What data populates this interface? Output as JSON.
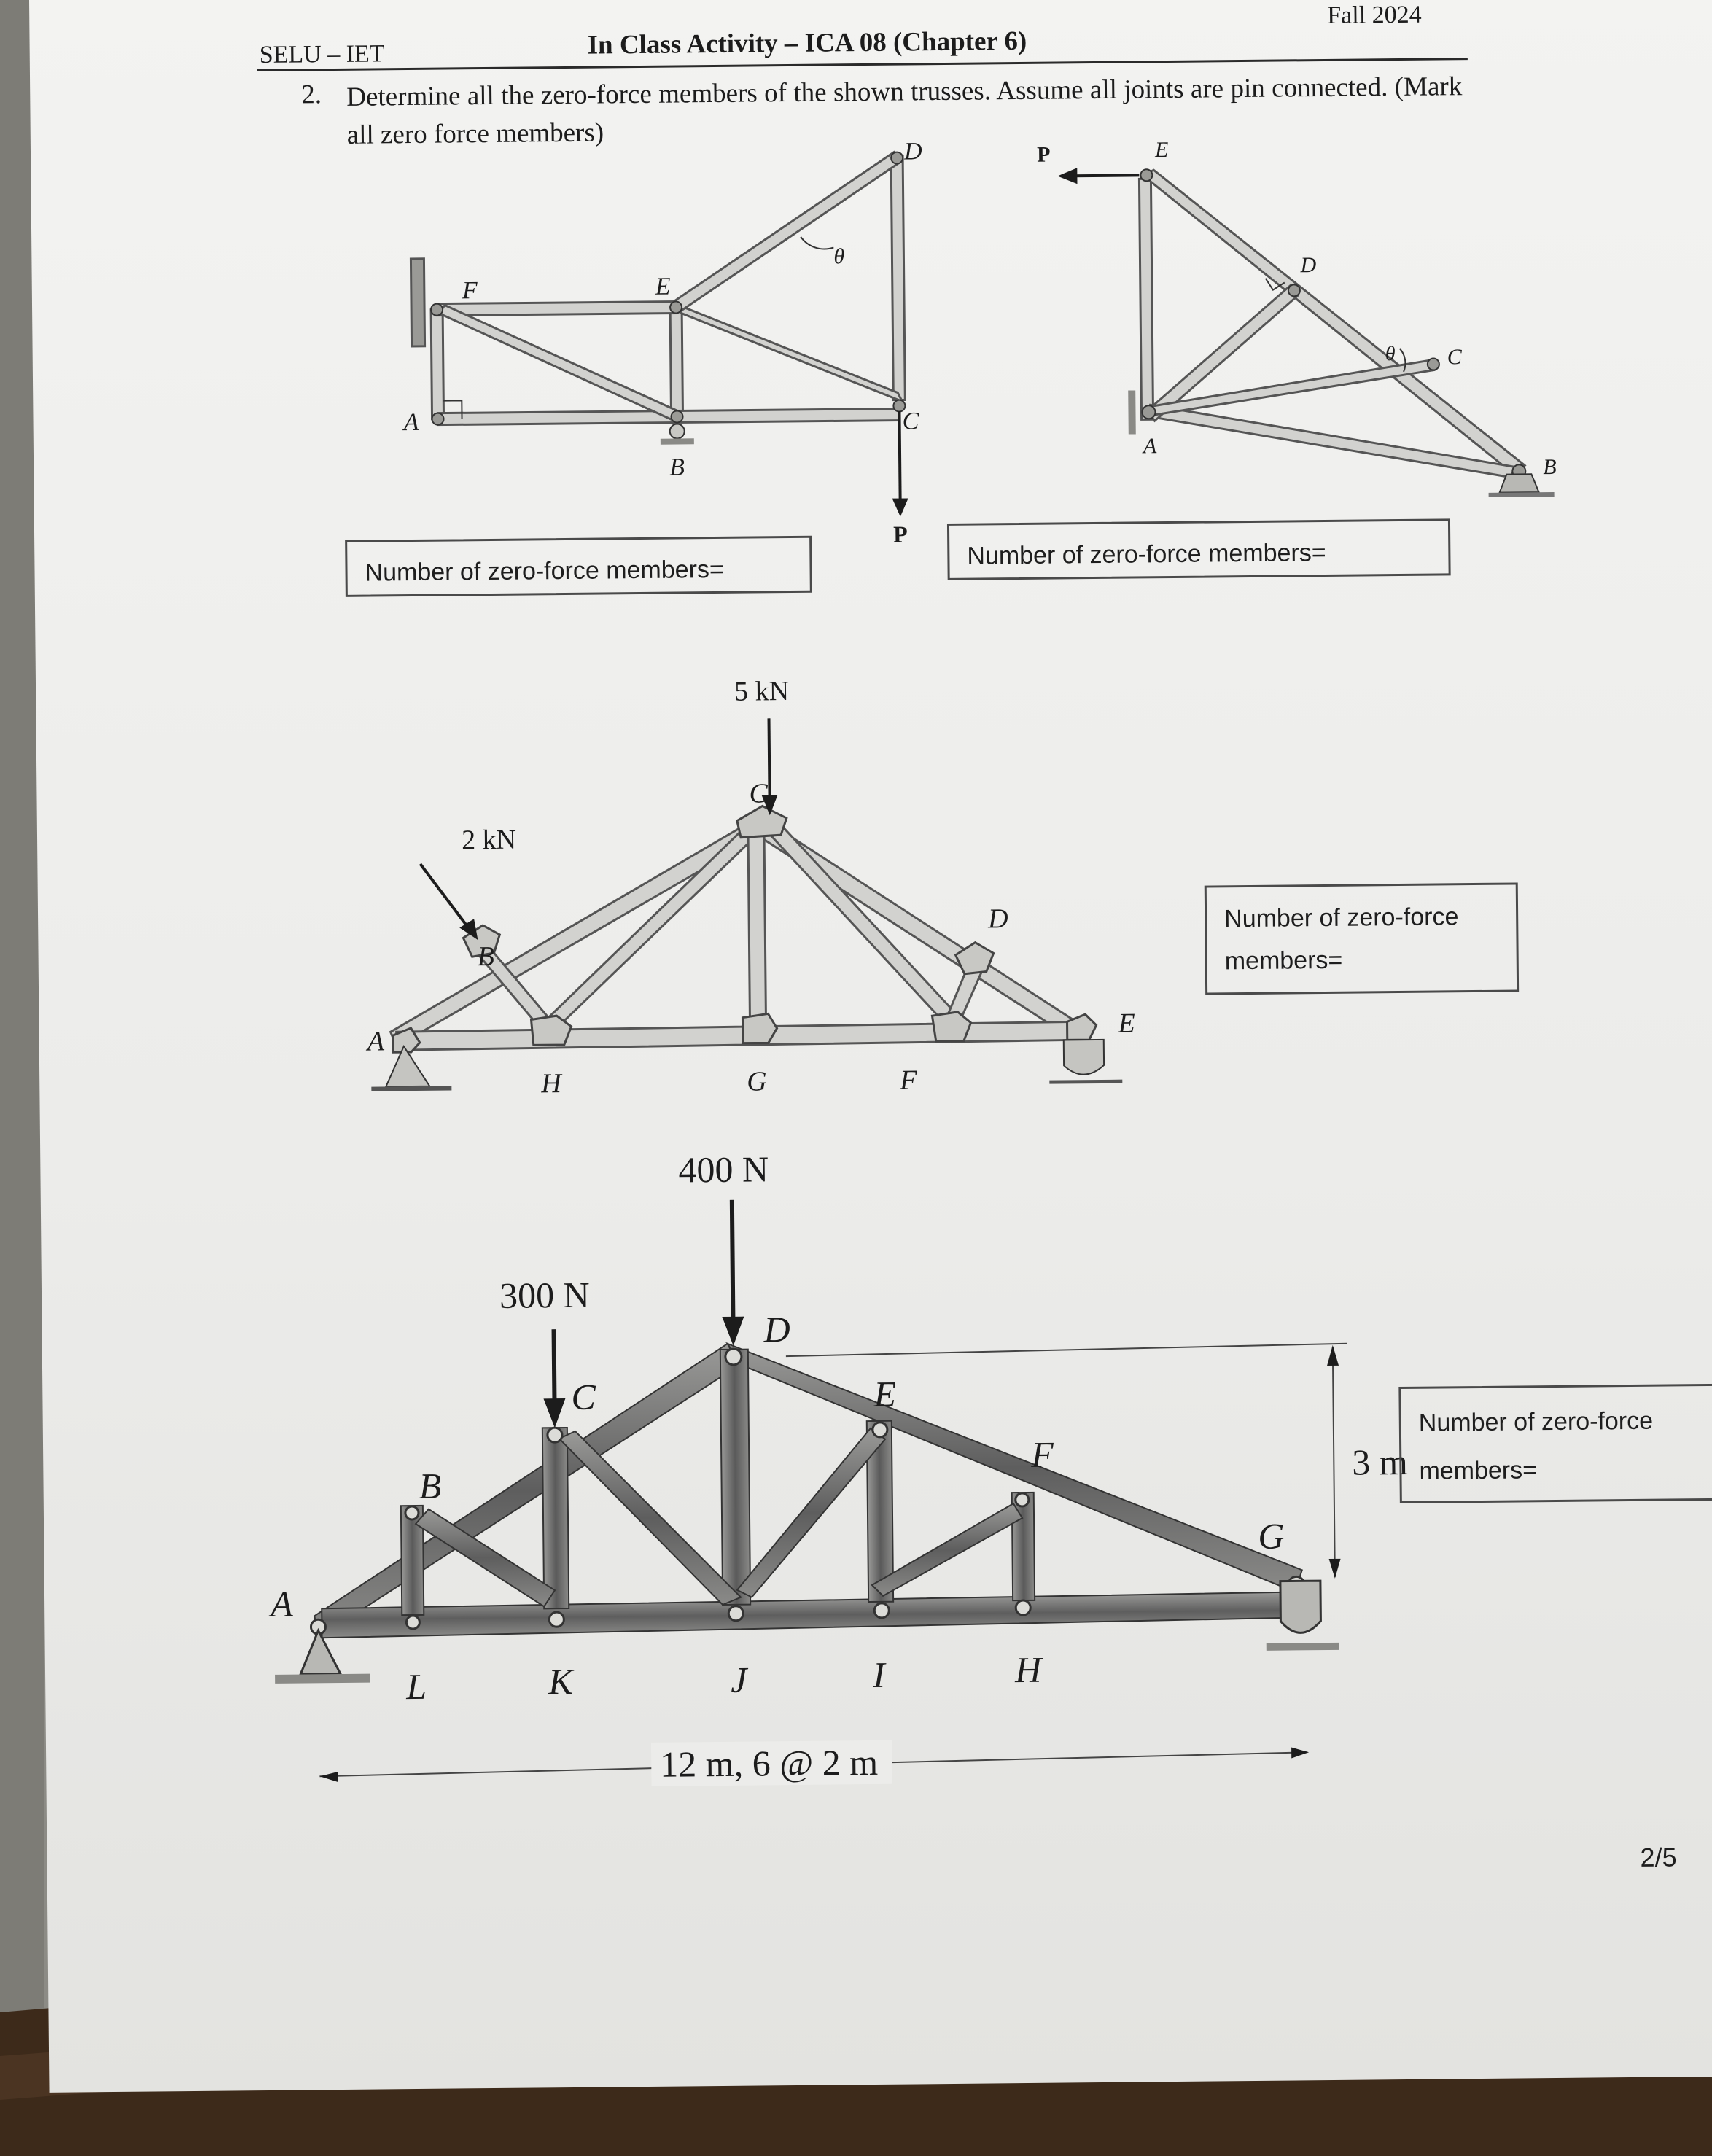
{
  "header": {
    "left": "SELU – IET",
    "center": "In Class Activity – ICA 08 (Chapter 6)",
    "right": "Fall 2024"
  },
  "question": {
    "number": "2.",
    "text": "Determine all the zero-force members of the shown trusses. Assume all joints are pin connected. (Mark all zero force members)"
  },
  "answer_label_single": "Number of zero-force members=",
  "answer_label_line1": "Number of zero-force",
  "answer_label_line2": "members=",
  "truss1": {
    "joints": {
      "a": "A",
      "b": "B",
      "c": "C",
      "d": "D",
      "e": "E",
      "f": "F"
    },
    "angle": "θ",
    "load": "P"
  },
  "truss2": {
    "joints": {
      "a": "A",
      "b": "B",
      "c": "C",
      "d": "D",
      "e": "E"
    },
    "angle": "θ",
    "load": "P"
  },
  "truss3": {
    "joints": {
      "a": "A",
      "b": "B",
      "c": "C",
      "d": "D",
      "e": "E",
      "f": "F",
      "g": "G",
      "h": "H"
    },
    "load_top": "5 kN",
    "load_left": "2 kN"
  },
  "truss4": {
    "joints": {
      "a": "A",
      "b": "B",
      "c": "C",
      "d": "D",
      "e": "E",
      "f": "F",
      "g": "G",
      "h": "H",
      "i": "I",
      "j": "J",
      "k": "K",
      "l": "L"
    },
    "load_d": "400 N",
    "load_c": "300 N",
    "height": "3 m",
    "span": "12 m, 6 @ 2 m"
  },
  "page_number": "2/5",
  "colors": {
    "paper": "#efefed",
    "member": "#cfcfcc",
    "member_dark": "#707070",
    "ink": "#1c1c1c"
  }
}
